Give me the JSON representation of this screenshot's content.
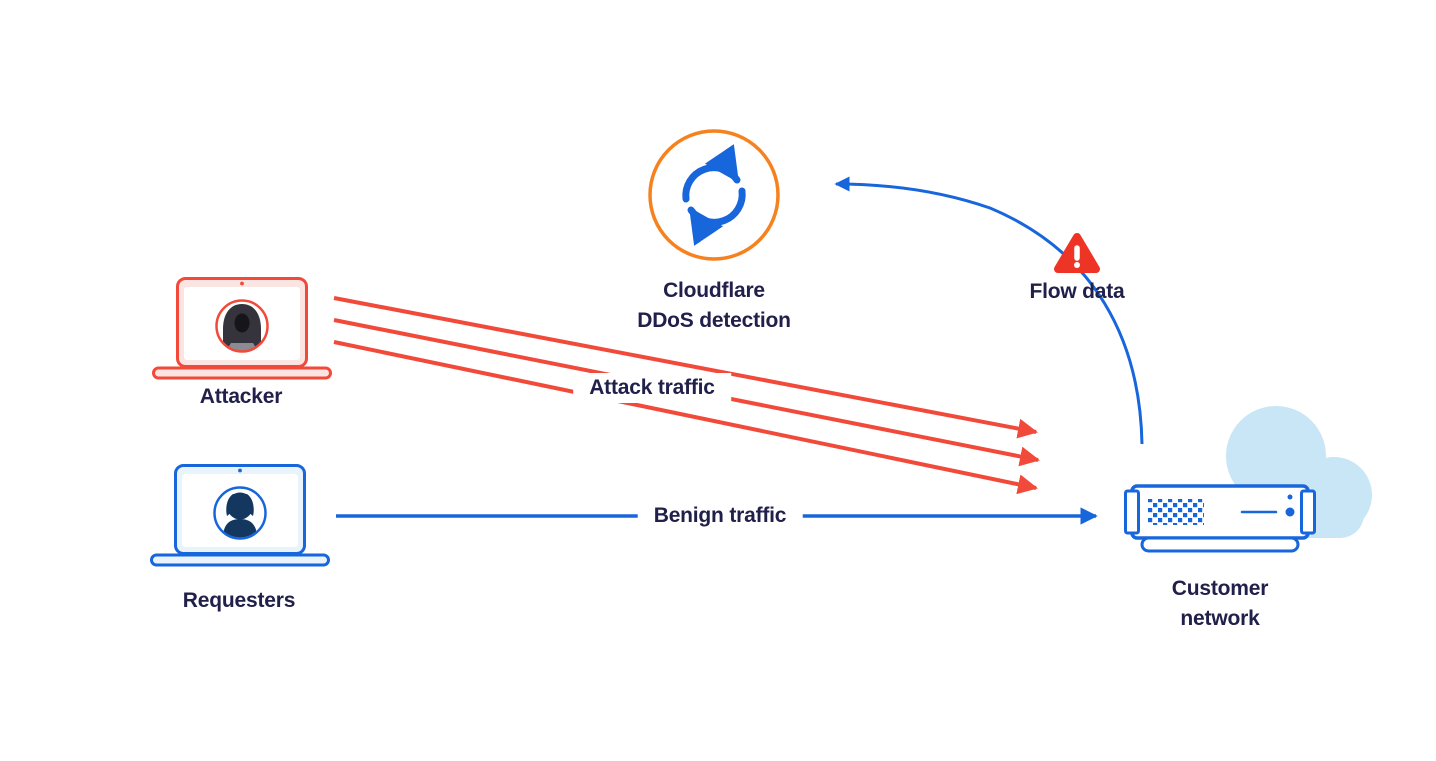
{
  "nodes": {
    "cloudflare": {
      "label": "Cloudflare\nDDoS detection"
    },
    "flow_data": {
      "label": "Flow data"
    },
    "attacker": {
      "label": "Attacker"
    },
    "requesters": {
      "label": "Requesters"
    },
    "customer_network": {
      "label": "Customer\nnetwork"
    }
  },
  "edges": {
    "attack_traffic": {
      "label": "Attack traffic"
    },
    "benign_traffic": {
      "label": "Benign traffic"
    }
  },
  "colors": {
    "blue": "#1866DC",
    "red": "#F14A3B",
    "alert": "#EE3425",
    "orange": "#F6821F",
    "navy": "#20204A",
    "cloud": "#C9E6F6",
    "red_tint": "#FBE5E2",
    "blue_tint": "#E9F3FB",
    "dark_figure": "#35343C"
  },
  "icons": {
    "cloudflare": "sync-icon",
    "flow_data": "warning-icon",
    "attacker": "laptop-attacker-icon",
    "requesters": "laptop-requester-icon",
    "customer_network": "server-icon",
    "customer_network_bg": "cloud-icon"
  }
}
